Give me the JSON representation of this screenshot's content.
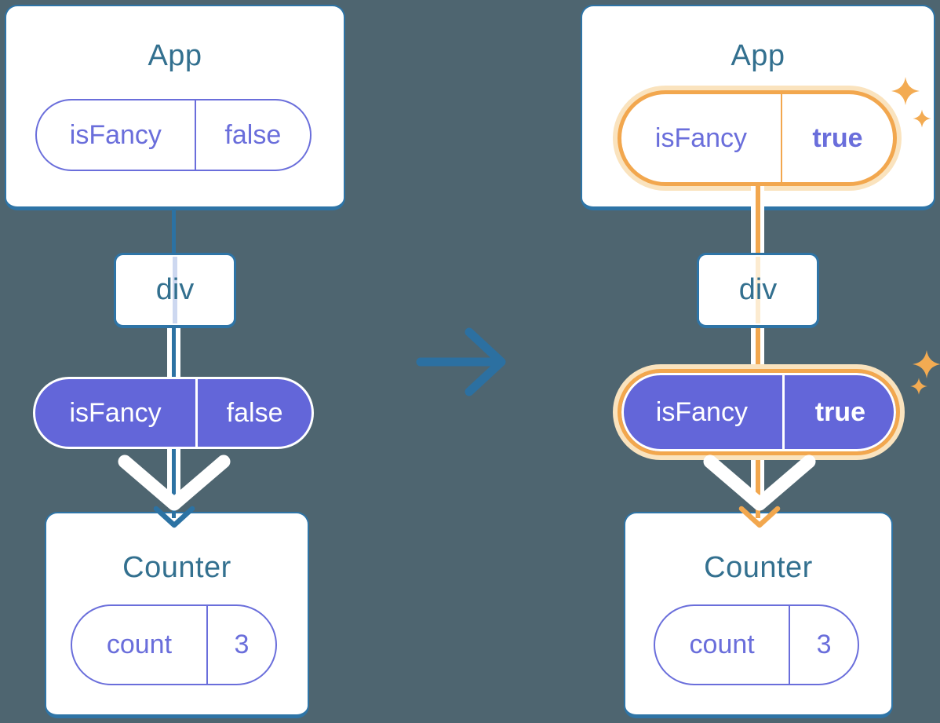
{
  "colors": {
    "background": "#4E6570",
    "card_border": "#2E74A6",
    "title_text": "#33708F",
    "purple_outline": "#6A6EDB",
    "purple_fill": "#6366D9",
    "blue_line": "#2C72A3",
    "orange_highlight": "#F2A74E",
    "orange_glow": "#FAE3BE",
    "lavender_pass_through": "#CDD8F0",
    "cream_pass_through": "#FCEBD0",
    "white": "#FFFFFF"
  },
  "icons": {
    "transition": "right-arrow-icon",
    "prop_flow": "down-chevron-arrow-icon",
    "highlight": "sparkle-icon"
  },
  "left_diagram": {
    "app_card": {
      "title": "App",
      "pill": {
        "name": "isFancy",
        "value": "false"
      }
    },
    "div_box": {
      "label": "div"
    },
    "prop_pill": {
      "name": "isFancy",
      "value": "false"
    },
    "counter_card": {
      "title": "Counter",
      "pill": {
        "name": "count",
        "value": "3"
      }
    }
  },
  "right_diagram": {
    "app_card": {
      "title": "App",
      "pill": {
        "name": "isFancy",
        "value": "true"
      }
    },
    "div_box": {
      "label": "div"
    },
    "prop_pill": {
      "name": "isFancy",
      "value": "true"
    },
    "counter_card": {
      "title": "Counter",
      "pill": {
        "name": "count",
        "value": "3"
      }
    }
  }
}
